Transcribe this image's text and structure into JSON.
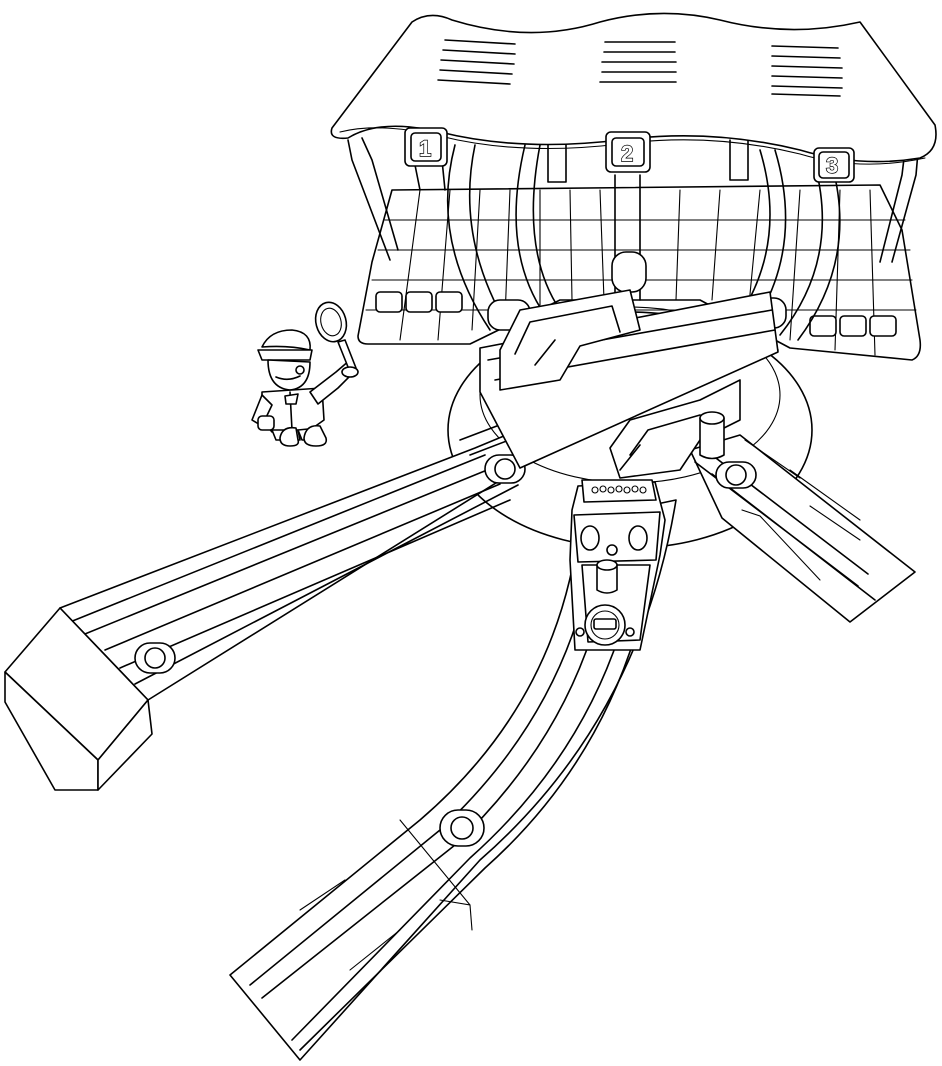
{
  "shed": {
    "bay_numbers": [
      "1",
      "2",
      "3"
    ]
  },
  "colors": {
    "line": "#000000",
    "background": "#ffffff"
  }
}
